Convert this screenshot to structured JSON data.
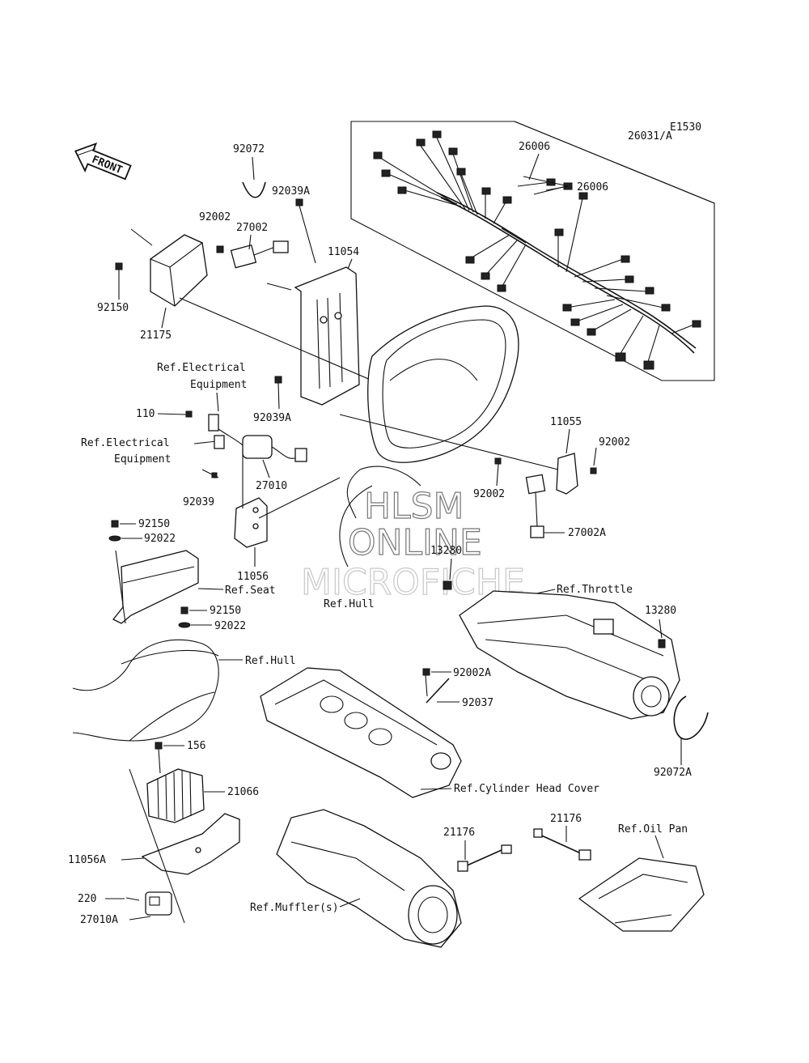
{
  "diagram_code": "E1530",
  "front_arrow": "FRONT",
  "watermark": [
    "HLSM",
    "ONLINE",
    "MICROFICHE"
  ],
  "labels": {
    "p92072": "92072",
    "p92039A_top": "92039A",
    "p92002_top": "92002",
    "p27002": "27002",
    "p11054": "11054",
    "p92150_left": "92150",
    "p21175": "21175",
    "p26031A": "26031/A",
    "p26006_a": "26006",
    "p26006_b": "26006",
    "ref_elec_1a": "Ref.Electrical",
    "ref_elec_1b": "Equipment",
    "p110": "110",
    "ref_elec_2a": "Ref.Electrical",
    "ref_elec_2b": "Equipment",
    "p92039A_mid": "92039A",
    "p27010": "27010",
    "p92039": "92039",
    "p11055": "11055",
    "p92002_right": "92002",
    "p92002_mid": "92002",
    "p27002A": "27002A",
    "p92150_a": "92150",
    "p92022_a": "92022",
    "p11056": "11056",
    "ref_seat": "Ref.Seat",
    "ref_hull_1": "Ref.Hull",
    "p13280_a": "13280",
    "ref_throttle": "Ref.Throttle",
    "p13280_b": "13280",
    "p92150_b": "92150",
    "p92022_b": "92022",
    "ref_hull_2": "Ref.Hull",
    "p92002A": "92002A",
    "p92037": "92037",
    "p156": "156",
    "p21066": "21066",
    "ref_cyl_head": "Ref.Cylinder Head Cover",
    "p92072A": "92072A",
    "p21176_a": "21176",
    "p21176_b": "21176",
    "ref_oil_pan": "Ref.Oil Pan",
    "p11056A": "11056A",
    "ref_muffler": "Ref.Muffler(s)",
    "p220": "220",
    "p27010A": "27010A"
  }
}
